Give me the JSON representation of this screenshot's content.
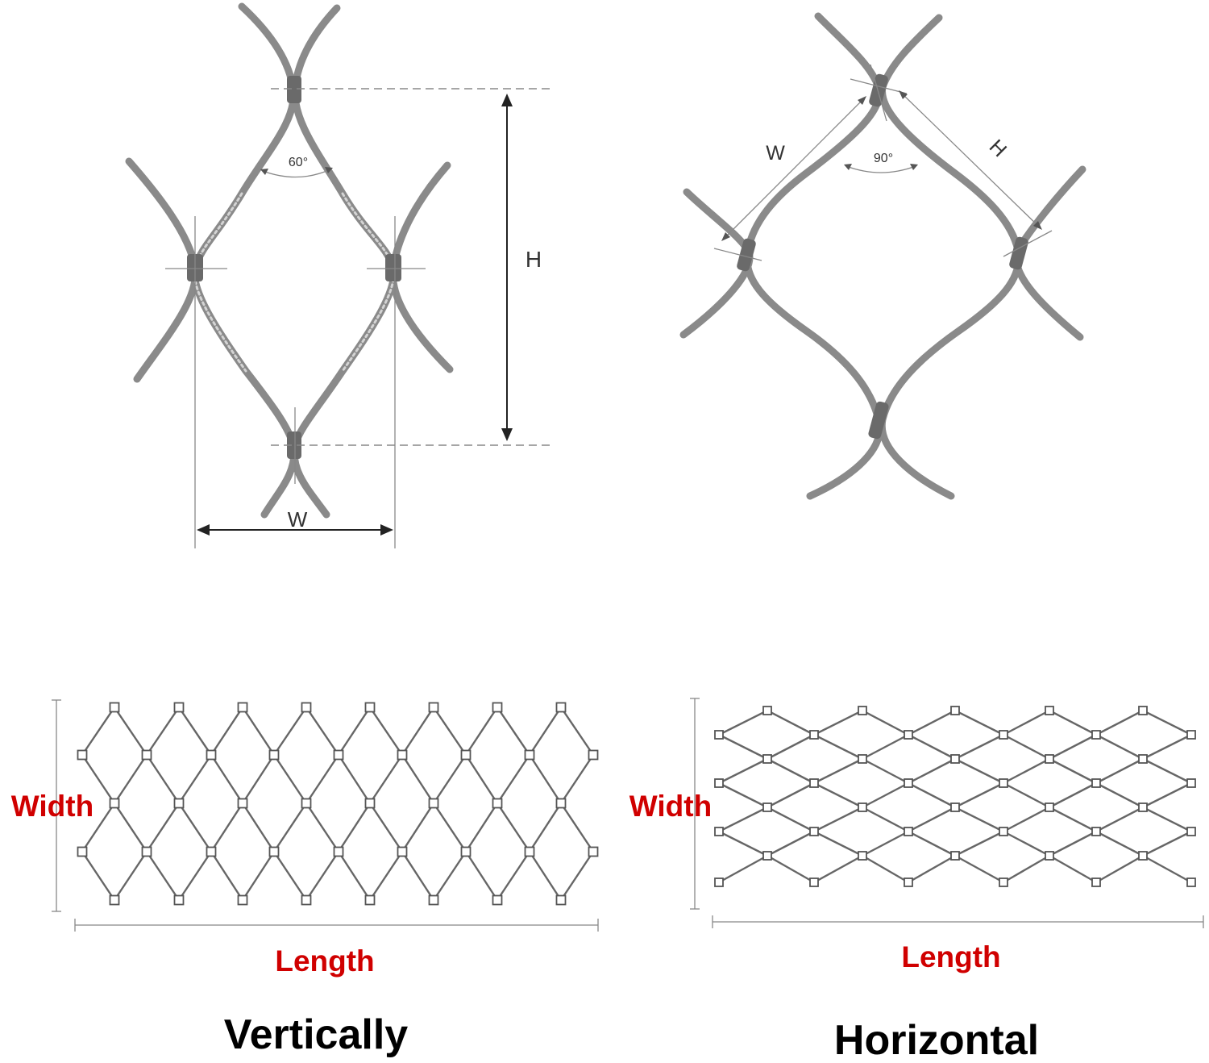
{
  "top_left": {
    "angle_label": "60°",
    "height_label": "H",
    "width_label": "W"
  },
  "top_right": {
    "angle_label": "90°",
    "height_label": "H",
    "width_label": "W"
  },
  "bottom_left": {
    "width_label": "Width",
    "length_label": "Length",
    "caption": "Vertically"
  },
  "bottom_right": {
    "width_label": "Width",
    "length_label": "Length",
    "caption": "Horizontal"
  },
  "colors": {
    "label_red": "#d00000",
    "rope_gray": "#8a8a8a",
    "caption_black": "#000000"
  },
  "icons": [
    "rope-mesh-diamond-vertical",
    "rope-mesh-diamond-horizontal",
    "mesh-panel-vertical",
    "mesh-panel-horizontal"
  ]
}
